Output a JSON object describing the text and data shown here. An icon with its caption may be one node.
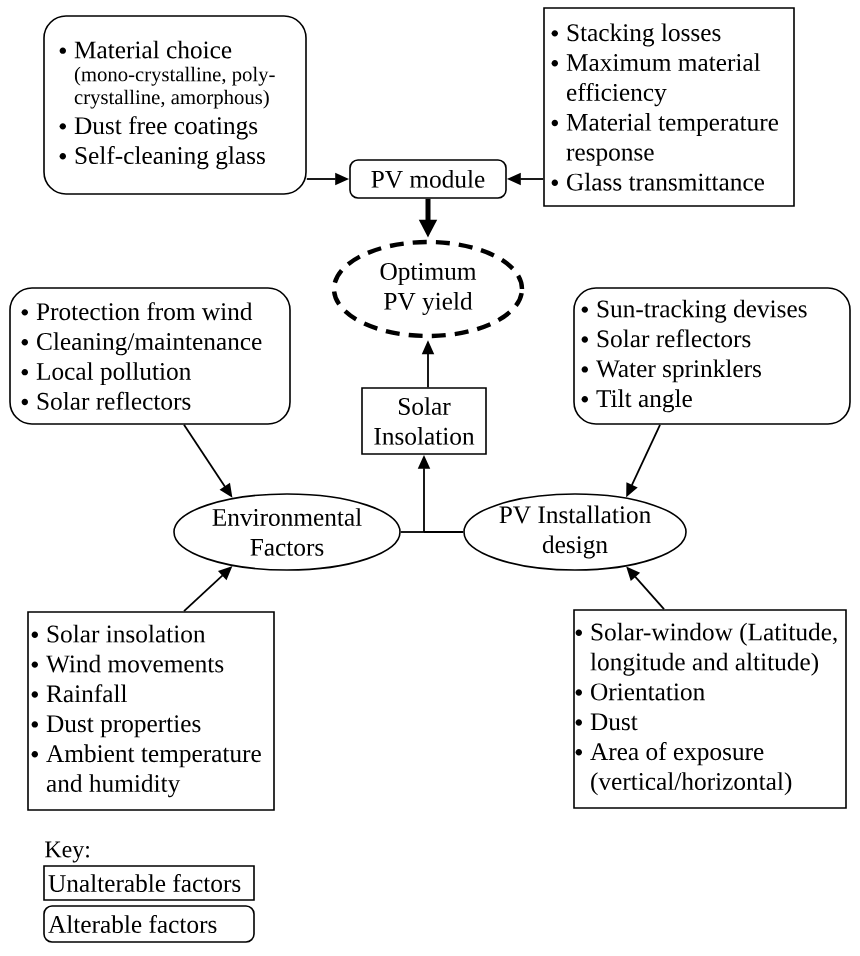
{
  "diagram": {
    "nodes": [
      {
        "text": [
          "Material choice",
          "(mono-crystalline, poly-crystalline, amorphous)",
          "Dust free coatings",
          "Self-cleaning glass"
        ]
      },
      {
        "text": [
          "Stacking losses",
          "Maximum material efficiency",
          "Material temperature response",
          "Glass transmittance"
        ]
      },
      {
        "text": [
          "PV module"
        ]
      },
      {
        "text": [
          "Optimum PV yield"
        ]
      },
      {
        "text": [
          "Protection from wind",
          "Cleaning/maintenance",
          "Local pollution",
          "Solar reflectors"
        ]
      },
      {
        "text": [
          "Sun-tracking devises",
          "Solar reflectors",
          "Water sprinklers",
          "Tilt angle"
        ]
      },
      {
        "text": [
          "Solar Insolation"
        ]
      },
      {
        "text": [
          "Environmental Factors"
        ]
      },
      {
        "text": [
          "PV Installation design"
        ]
      },
      {
        "text": [
          "Solar insolation",
          "Wind movements",
          "Rainfall",
          "Dust properties",
          "Ambient temperature and humidity"
        ]
      },
      {
        "text": [
          "Solar-window (Latitude, longitude and altitude)",
          "Orientation",
          "Dust",
          "Area of exposure (vertical/horizontal)"
        ]
      }
    ],
    "edges": [
      {
        "from": 0,
        "to": 2,
        "arrow": "to"
      },
      {
        "from": 1,
        "to": 2,
        "arrow": "to"
      },
      {
        "from": 2,
        "to": 3,
        "arrow": "to",
        "style": "thick"
      },
      {
        "from": 6,
        "to": 3,
        "arrow": "to"
      },
      {
        "from": 4,
        "to": 7,
        "arrow": "to"
      },
      {
        "from": 5,
        "to": 8,
        "arrow": "to"
      },
      {
        "from": 7,
        "to": 6,
        "arrow": "to"
      },
      {
        "from": 8,
        "to": 6,
        "arrow": "to"
      },
      {
        "from": 9,
        "to": 7,
        "arrow": "to"
      },
      {
        "from": 10,
        "to": 8,
        "arrow": "to"
      }
    ],
    "labels": [
      "Key:"
    ],
    "legend": [
      {
        "text": "Unalterable factors"
      },
      {
        "text": "Alterable factors"
      }
    ]
  }
}
